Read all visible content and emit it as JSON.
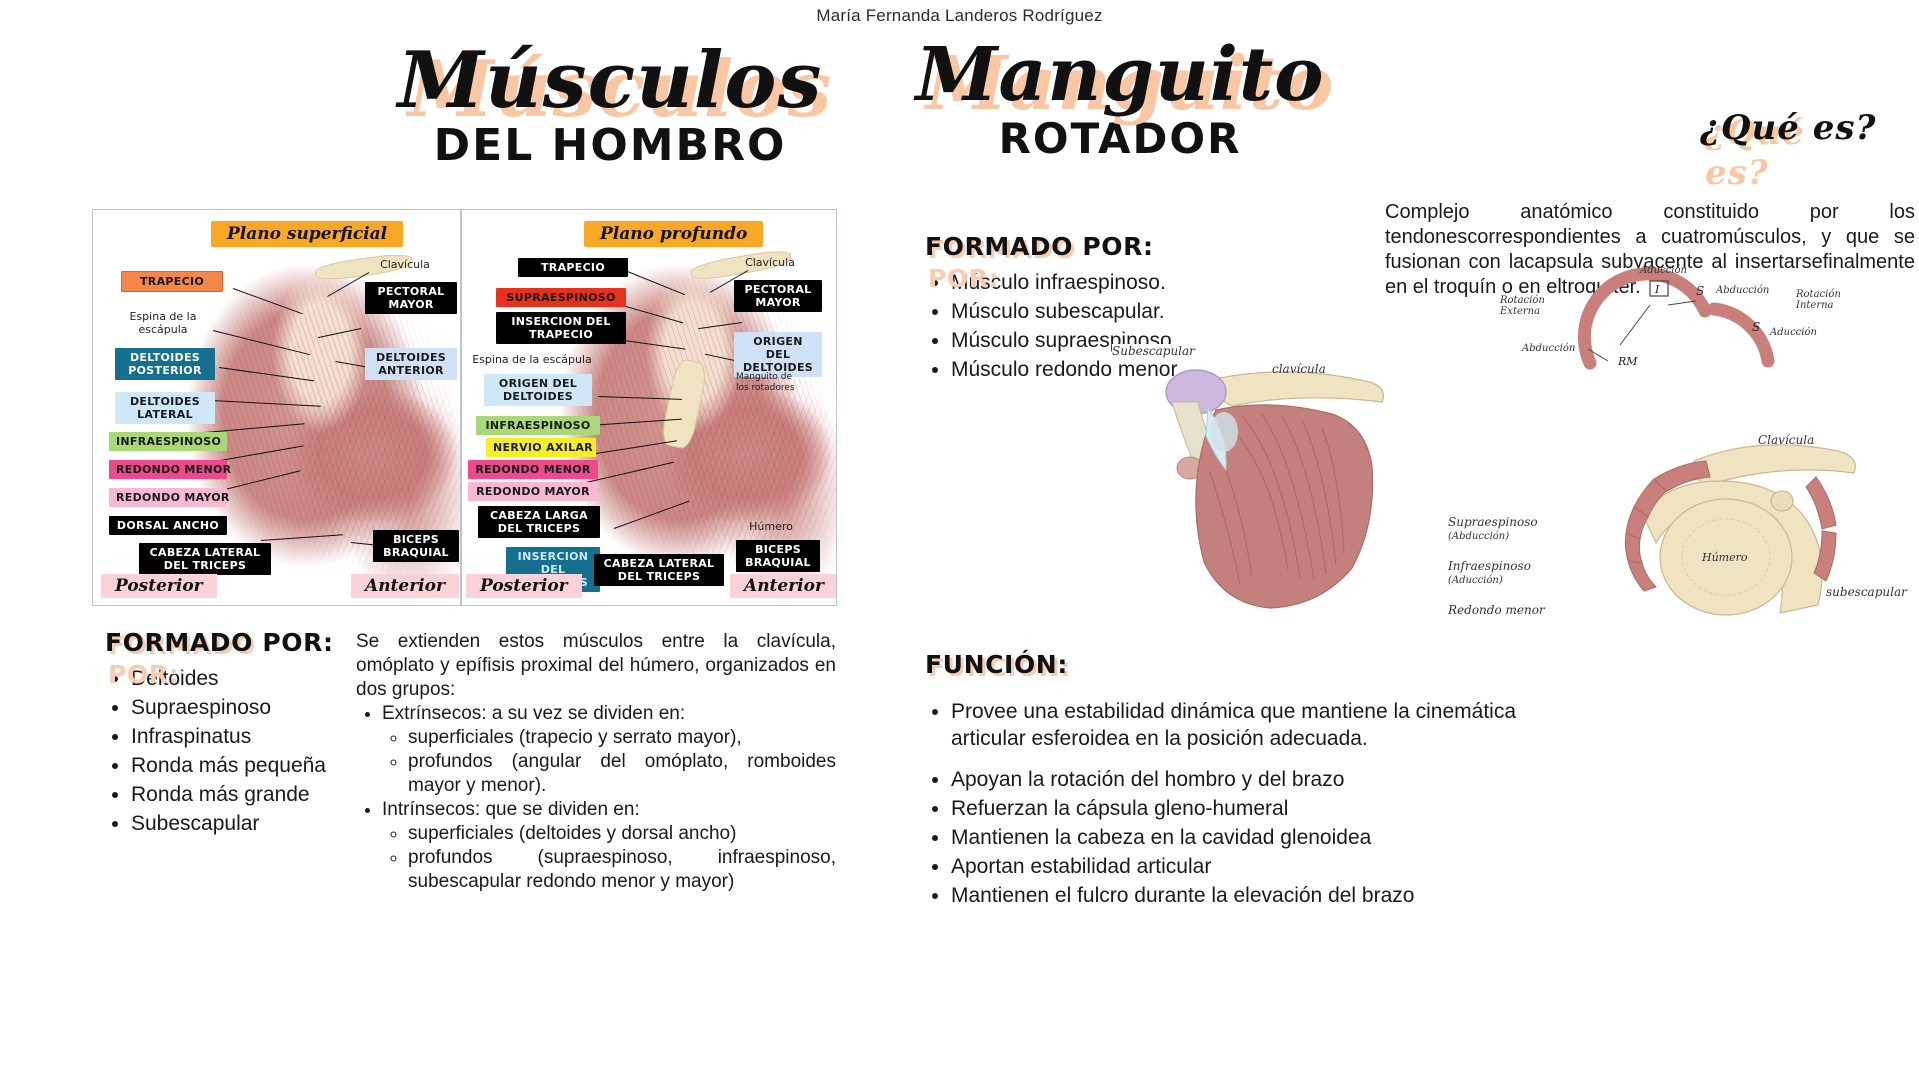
{
  "author": "María Fernanda Landeros Rodríguez",
  "left": {
    "title_script": "Músculos",
    "title_sub": "DEL HOMBRO",
    "panel_superficial": {
      "banner": "Plano superficial",
      "corner_left": "Posterior",
      "corner_right": "Anterior",
      "plain_labels": [
        {
          "text": "Espina de la escápula"
        },
        {
          "text": "Clavícula"
        }
      ],
      "labels": [
        {
          "text": "TRAPECIO",
          "bg": "#f4864a",
          "fg": "#1a1a1a"
        },
        {
          "text": "DELTOIDES POSTERIOR",
          "bg": "#15708f",
          "fg": "#ffffff"
        },
        {
          "text": "DELTOIDES LATERAL",
          "bg": "#cfe8f7",
          "fg": "#1a1a1a"
        },
        {
          "text": "INFRAESPINOSO",
          "bg": "#a8d878",
          "fg": "#1a1a1a"
        },
        {
          "text": "REDONDO MENOR",
          "bg": "#ec4a8c",
          "fg": "#1a1a1a"
        },
        {
          "text": "REDONDO MAYOR",
          "bg": "#f6b9cf",
          "fg": "#1a1a1a"
        },
        {
          "text": "DORSAL ANCHO",
          "bg": "#000000",
          "fg": "#ffffff"
        },
        {
          "text": "CABEZA LATERAL DEL TRICEPS",
          "bg": "#000000",
          "fg": "#ffffff"
        },
        {
          "text": "PECTORAL MAYOR",
          "bg": "#000000",
          "fg": "#ffffff"
        },
        {
          "text": "DELTOIDES ANTERIOR",
          "bg": "#cfe0f7",
          "fg": "#1a1a1a"
        },
        {
          "text": "BICEPS BRAQUIAL",
          "bg": "#000000",
          "fg": "#ffffff"
        }
      ]
    },
    "panel_profundo": {
      "banner": "Plano profundo",
      "corner_left": "Posterior",
      "corner_right": "Anterior",
      "plain_labels": [
        {
          "text": "Espina de la escápula"
        },
        {
          "text": "Clavícula"
        },
        {
          "text": "Manguito de los rotadores"
        },
        {
          "text": "Húmero"
        }
      ],
      "labels": [
        {
          "text": "TRAPECIO",
          "bg": "#000000",
          "fg": "#ffffff"
        },
        {
          "text": "SUPRAESPINOSO",
          "bg": "#e8301c",
          "fg": "#1a1a1a"
        },
        {
          "text": "INSERCION DEL TRAPECIO",
          "bg": "#000000",
          "fg": "#ffffff"
        },
        {
          "text": "ORIGEN DEL DELTOIDES",
          "bg": "#cfe8f7",
          "fg": "#1a1a1a"
        },
        {
          "text": "INFRAESPINOSO",
          "bg": "#a8d878",
          "fg": "#1a1a1a"
        },
        {
          "text": "NERVIO AXILAR",
          "bg": "#f7ee2a",
          "fg": "#1a1a1a"
        },
        {
          "text": "REDONDO MENOR",
          "bg": "#ec4a8c",
          "fg": "#1a1a1a"
        },
        {
          "text": "REDONDO MAYOR",
          "bg": "#f6b9cf",
          "fg": "#1a1a1a"
        },
        {
          "text": "CABEZA LARGA DEL TRICEPS",
          "bg": "#000000",
          "fg": "#ffffff"
        },
        {
          "text": "INSERCION DEL DELTOIDES",
          "bg": "#15708f",
          "fg": "#cfe8f7"
        },
        {
          "text": "CABEZA LATERAL DEL TRICEPS",
          "bg": "#000000",
          "fg": "#ffffff"
        },
        {
          "text": "PECTORAL MAYOR",
          "bg": "#000000",
          "fg": "#ffffff"
        },
        {
          "text": "ORIGEN DEL DELTOIDES",
          "bg": "#cfe0f7",
          "fg": "#1a1a1a"
        },
        {
          "text": "BICEPS BRAQUIAL",
          "bg": "#000000",
          "fg": "#ffffff"
        }
      ]
    },
    "formado_heading": "FORMADO POR:",
    "formado_items": [
      "Deltoides",
      "Supraespinoso",
      "Infraspinatus",
      "Ronda más pequeña",
      "Ronda más grande",
      "Subescapular"
    ],
    "paragraph_intro": "Se extienden estos músculos entre la clavícula, omóplato y epífisis proximal del húmero, organizados en dos grupos:",
    "paragraph_groups": [
      {
        "label": "Extrínsecos: a su vez se dividen en:",
        "sub": [
          "superficiales (trapecio y serrato mayor),",
          "profundos (angular del omóplato, romboides mayor y menor)."
        ]
      },
      {
        "label": "Intrínsecos: que se dividen en:",
        "sub": [
          "superficiales (deltoides y dorsal ancho)",
          "profundos (supraespinoso, infraespinoso, subescapular redondo menor y mayor)"
        ]
      }
    ]
  },
  "right": {
    "title_script": "Manguito",
    "title_sub": "ROTADOR",
    "quees": "¿Qué es?",
    "description": "Complejo anatómico constituido por los tendonescorrespondientes a cuatromúsculos, y que se fusionan con lacapsula subyacente al insertarsefinalmente en el troquín o en eltroquíter.",
    "formado_heading": "FORMADO POR:",
    "formado_items": [
      "Músculo infraespinoso.",
      "Músculo subescapular.",
      "Músculo supraespinoso.",
      "Músculo redondo menor."
    ],
    "funcion_heading": "FUNCIÓN:",
    "funcion_items": [
      "Provee una estabilidad dinámica que mantiene la cinemática articular esferoidea en la posición adecuada.",
      "Apoyan la rotación del hombro y del brazo",
      "Refuerzan la cápsula gleno-humeral",
      "Mantienen la cabeza en la cavidad glenoidea",
      "Aportan estabilidad articular",
      "Mantienen el fulcro durante la elevación del brazo"
    ],
    "diagram_top": {
      "labels": [
        "Subescapular",
        "clavícula"
      ]
    },
    "diagram_cuff": {
      "labels": [
        "Aducción",
        "Abducción",
        "Rotación Externa",
        "Rotación Interna",
        "Abducción",
        "Aducción",
        "I",
        "S",
        "S",
        "RM"
      ]
    },
    "diagram_mid": {
      "labels": [
        "Supraespinoso",
        "(Abducción)",
        "Infraespinoso",
        "(Aducción)",
        "Redondo menor"
      ]
    },
    "diagram_bottom": {
      "labels": [
        "Clavícula",
        "Húmero",
        "subescapular"
      ]
    }
  },
  "colors": {
    "accent_peach": "#f9c7a3",
    "banner_orange": "#f9a825",
    "corner_pink": "#fbd2da",
    "muscle_red": "#c97f7b",
    "bone_cream": "#efe3c2"
  }
}
